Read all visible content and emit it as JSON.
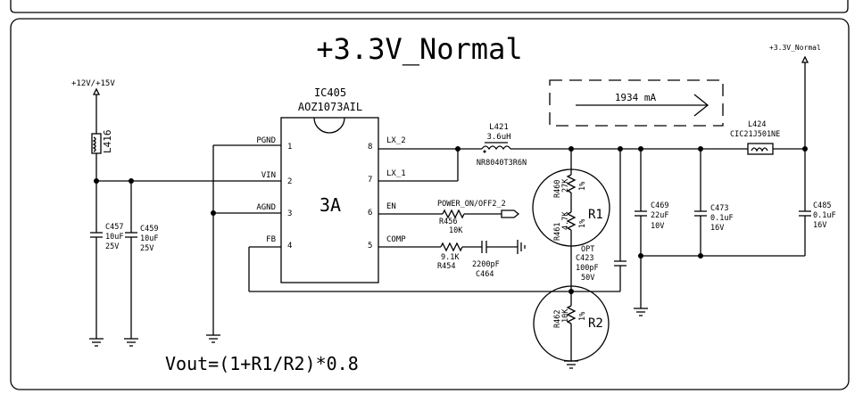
{
  "title": "+3.3V_Normal",
  "formula": "Vout=(1+R1/R2)*0.8",
  "input_rail": "+12V/+15V",
  "output_rail": "+3.3V_Normal",
  "current_box": "1934 mA",
  "ic": {
    "ref": "IC405",
    "part": "AOZ1073AIL",
    "body_label": "3A",
    "pins_left": [
      {
        "name": "PGND",
        "num": "1"
      },
      {
        "name": "VIN",
        "num": "2"
      },
      {
        "name": "AGND",
        "num": "3"
      },
      {
        "name": "FB",
        "num": "4"
      }
    ],
    "pins_right": [
      {
        "name": "LX_2",
        "num": "8"
      },
      {
        "name": "LX_1",
        "num": "7"
      },
      {
        "name": "EN",
        "num": "6"
      },
      {
        "name": "COMP",
        "num": "5"
      }
    ]
  },
  "L416": "L416",
  "C457": {
    "ref": "C457",
    "value": "10uF",
    "voltage": "25V"
  },
  "C459": {
    "ref": "C459",
    "value": "10uF",
    "voltage": "25V"
  },
  "L421": {
    "ref": "L421",
    "value": "3.6uH",
    "part": "NR8040T3R6N"
  },
  "R456": {
    "ref": "R456",
    "value": "10K"
  },
  "power_on_net": "POWER_ON/OFF2_2",
  "R454": {
    "ref": "R454",
    "value": "9.1K"
  },
  "C464": {
    "ref": "C464",
    "value": "2200pF"
  },
  "R460": {
    "ref": "R460",
    "value": "27K",
    "tol": "1%"
  },
  "R461": {
    "ref": "R461",
    "value": "4.7K",
    "tol": "1%"
  },
  "R1_label": "R1",
  "C423": {
    "opt": "OPT",
    "ref": "C423",
    "value": "100pF",
    "voltage": "50V"
  },
  "R462": {
    "ref": "R462",
    "value": "10K",
    "tol": "1%"
  },
  "R2_label": "R2",
  "C469": {
    "ref": "C469",
    "value": "22uF",
    "voltage": "10V"
  },
  "C473": {
    "ref": "C473",
    "value": "0.1uF",
    "voltage": "16V"
  },
  "L424": {
    "ref": "L424",
    "value": "CIC21J501NE"
  },
  "C485": {
    "ref": "C485",
    "value": "0.1uF",
    "voltage": "16V"
  }
}
